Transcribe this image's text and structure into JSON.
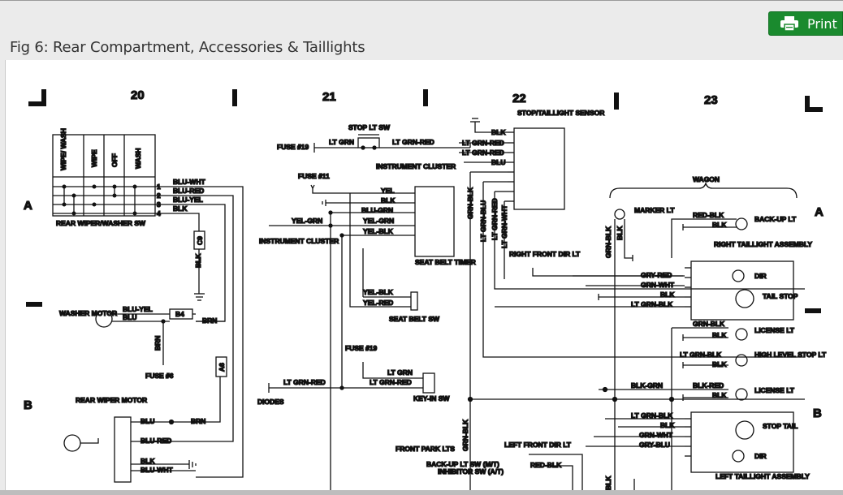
{
  "page": {
    "title": "Fig 6: Rear Compartment, Accessories & Taillights",
    "print_button_label": "Print",
    "print_icon": "printer-icon"
  },
  "diagram": {
    "grid_columns": [
      "20",
      "21",
      "22",
      "23"
    ],
    "grid_rows": [
      "A",
      "B"
    ],
    "components": {
      "rear_wiper_washer_sw": "REAR WIPER/WASHER SW",
      "switch_positions": [
        "WIPE/ WASH",
        "WIPE",
        "OFF",
        "WASH"
      ],
      "switch_pins": [
        "1",
        "2",
        "3",
        "4"
      ],
      "washer_motor": "WASHER MOTOR",
      "rear_wiper_motor": "REAR WIPER MOTOR",
      "fuse_6": "FUSE #6",
      "fuse_19_top": "FUSE #19",
      "fuse_11": "FUSE #11",
      "fuse_19_bottom": "FUSE #19",
      "stop_lt_sw": "STOP LT SW",
      "instrument_cluster_left": "INSTRUMENT CLUSTER",
      "instrument_cluster_top": "INSTRUMENT CLUSTER",
      "seat_belt_timer": "SEAT BELT TIMER",
      "seat_belt_sw": "SEAT BELT SW",
      "key_in_sw": "KEY-IN SW",
      "diodes": "DIODES",
      "stop_taillight_sensor": "STOP/TAILLIGHT SENSOR",
      "right_front_dir_lt": "RIGHT FRONT DIR LT",
      "front_park_lts": "FRONT PARK LTS",
      "left_front_dir_lt": "LEFT FRONT DIR LT",
      "backup_lt_sw": "BACK-UP LT SW (M/T)",
      "inhibitor_sw": "INHIBITOR SW (A/T)",
      "wagon": "WAGON",
      "marker_lt": "MARKER LT",
      "back_up_lt": "BACK-UP LT",
      "right_taillight_assembly": "RIGHT TAILLIGHT ASSEMBLY",
      "left_taillight_assembly": "LEFT TAILLIGHT ASSEMBLY",
      "dir": "DIR",
      "tail_stop": "TAIL STOP",
      "stop_tail": "STOP TAIL",
      "license_lt": "LICENSE LT",
      "high_level_stop_lt": "HIGH LEVEL STOP LT",
      "connector_c9": "C9",
      "connector_b4": "B4",
      "connector_a6": "A6"
    },
    "wires": {
      "blu_wht": "BLU-WHT",
      "blu_red": "BLU-RED",
      "blu_yel": "BLU-YEL",
      "blk": "BLK",
      "blu": "BLU",
      "brn": "BRN",
      "lt_grn": "LT GRN",
      "lt_grn_red": "LT GRN-RED",
      "yel": "YEL",
      "blu_grn": "BLU-GRN",
      "yel_grn": "YEL-GRN",
      "yel_blk": "YEL-BLK",
      "yel_red": "YEL-RED",
      "grn_blk": "GRN-BLK",
      "lt_grn_blu": "LT GRN-BLU",
      "lt_grn_wht": "LT GRN-WHT",
      "grn_wht": "GRN-WHT",
      "red_blk": "RED-BLK",
      "gry_red": "GRY-RED",
      "lt_grn_blk": "LT GRN-BLK",
      "blk_grn": "BLK-GRN",
      "blk_red": "BLK-RED",
      "gry_blu": "GRY-BLU"
    }
  }
}
